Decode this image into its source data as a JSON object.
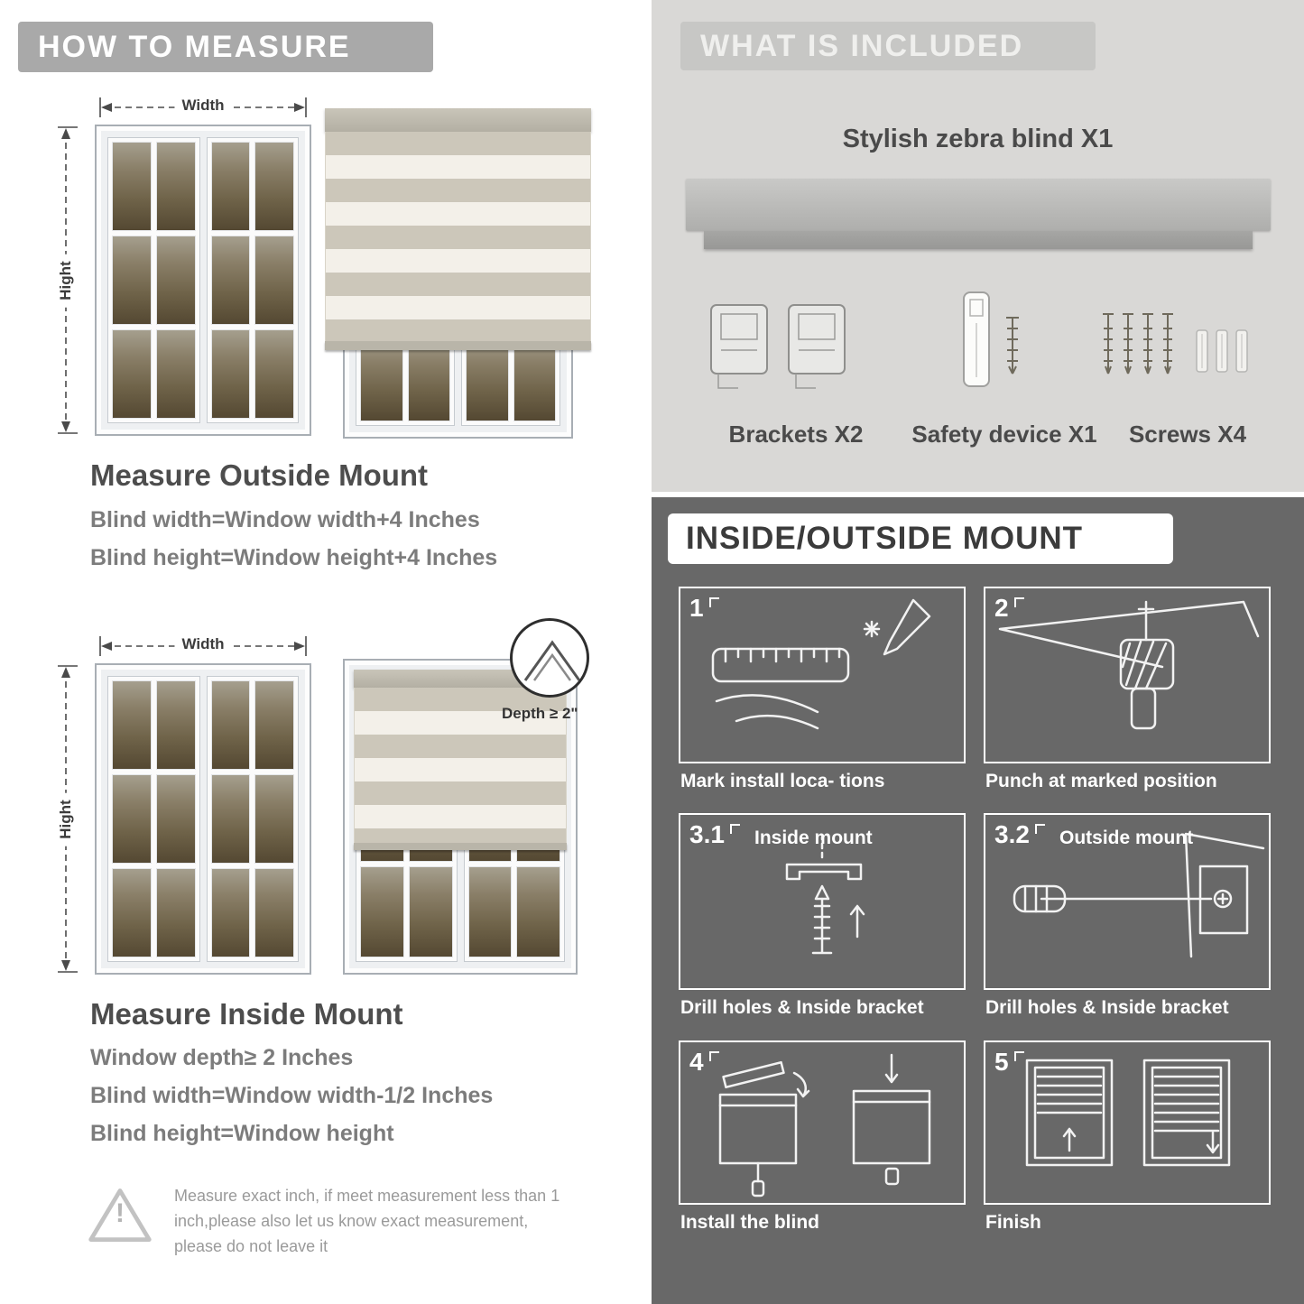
{
  "left": {
    "header": "HOW TO MEASURE",
    "outside": {
      "width_label": "Width",
      "height_label": "Hight",
      "title": "Measure Outside Mount",
      "lines": [
        "Blind width=Window width+4 Inches",
        "Blind height=Window height+4 Inches"
      ]
    },
    "inside": {
      "width_label": "Width",
      "height_label": "Hight",
      "depth_label": "Depth ≥ 2\"",
      "title": "Measure Inside Mount",
      "lines": [
        "Window depth≥ 2 Inches",
        "Blind width=Window width-1/2 Inches",
        "Blind height=Window height"
      ]
    },
    "warning": {
      "mark": "!",
      "text": "Measure exact inch, if meet measurement less than 1 inch,please also let us know exact measurement, please do not leave it"
    }
  },
  "right": {
    "included": {
      "header": "WHAT IS INCLUDED",
      "product_label": "Stylish zebra blind X1",
      "parts": [
        {
          "label": "Brackets X2"
        },
        {
          "label": "Safety device X1"
        },
        {
          "label": "Screws X4"
        }
      ]
    },
    "mount": {
      "header": "INSIDE/OUTSIDE MOUNT",
      "steps": [
        {
          "num": "1",
          "caption": "Mark install loca- tions"
        },
        {
          "num": "2",
          "caption": "Punch at  marked position"
        },
        {
          "num": "3.1",
          "title": "Inside mount",
          "caption": "Drill holes &  Inside bracket"
        },
        {
          "num": "3.2",
          "title": "Outside mount",
          "caption": "Drill holes &  Inside bracket"
        },
        {
          "num": "4",
          "caption": "Install the blind"
        },
        {
          "num": "5",
          "caption": "Finish"
        }
      ]
    }
  }
}
